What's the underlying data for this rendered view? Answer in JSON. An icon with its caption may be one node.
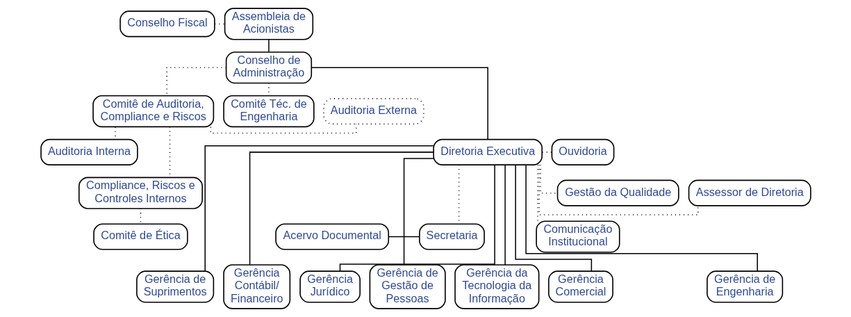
{
  "diagram": {
    "nodes": [
      {
        "text": [
          "Assembleia de Acionistas"
        ]
      },
      {
        "text": [
          "Conselho Fiscal"
        ]
      },
      {
        "text": [
          "Conselho de Administração"
        ]
      },
      {
        "text": [
          "Comitê Téc. de Engenharia"
        ]
      },
      {
        "text": [
          "Comitê de Auditoria, Compliance e Riscos"
        ]
      },
      {
        "text": [
          "Auditoria Externa"
        ]
      },
      {
        "text": [
          "Auditoria Interna"
        ]
      },
      {
        "text": [
          "Compliance, Riscos e Controles Internos"
        ]
      },
      {
        "text": [
          "Comitê de Ética"
        ]
      },
      {
        "text": [
          "Diretoria Executiva"
        ]
      },
      {
        "text": [
          "Ouvidoria"
        ]
      },
      {
        "text": [
          "Gestão da Qualidade"
        ]
      },
      {
        "text": [
          "Assessor de Diretoria"
        ]
      },
      {
        "text": [
          "Acervo Documental"
        ]
      },
      {
        "text": [
          "Secretaria"
        ]
      },
      {
        "text": [
          "Comunicação Institucional"
        ]
      },
      {
        "text": [
          "Gerência de Engenharia"
        ]
      },
      {
        "text": [
          "Gerência de Suprimentos"
        ]
      },
      {
        "text": [
          "Gerência Contábil/ Financeiro"
        ]
      },
      {
        "text": [
          "Gerência Jurídico"
        ]
      },
      {
        "text": [
          "Gerência de Gestão de Pessoas"
        ]
      },
      {
        "text": [
          "Gerência da Tecnologia da Informação"
        ]
      },
      {
        "text": [
          "Gerência Comercial"
        ]
      }
    ],
    "edges": [
      {
        "from": 0,
        "to": 2,
        "arrow": "none"
      },
      {
        "from": 1,
        "to": 0,
        "arrow": "none",
        "style": "dashed"
      },
      {
        "from": 2,
        "to": 9,
        "arrow": "none"
      },
      {
        "from": 2,
        "to": 3,
        "arrow": "none",
        "style": "dashed"
      },
      {
        "from": 2,
        "to": 4,
        "arrow": "none",
        "style": "dashed"
      },
      {
        "from": 4,
        "to": 5,
        "arrow": "none",
        "style": "dashed"
      },
      {
        "from": 4,
        "to": 6,
        "arrow": "none",
        "style": "dashed"
      },
      {
        "from": 4,
        "to": 7,
        "arrow": "none",
        "style": "dashed"
      },
      {
        "from": 7,
        "to": 8,
        "arrow": "none",
        "style": "dashed"
      },
      {
        "from": 9,
        "to": 10,
        "arrow": "none",
        "style": "dashed"
      },
      {
        "from": 9,
        "to": 11,
        "arrow": "none",
        "style": "dashed"
      },
      {
        "from": 9,
        "to": 14,
        "arrow": "none",
        "style": "dashed"
      },
      {
        "from": 9,
        "to": 12,
        "arrow": "none",
        "style": "dashed"
      },
      {
        "from": 9,
        "to": 15,
        "arrow": "none",
        "style": "dashed"
      },
      {
        "from": 13,
        "to": 14,
        "arrow": "none"
      },
      {
        "from": 9,
        "to": 16,
        "arrow": "none"
      },
      {
        "from": 9,
        "to": 17,
        "arrow": "none"
      },
      {
        "from": 9,
        "to": 18,
        "arrow": "none"
      },
      {
        "from": 9,
        "to": 19,
        "arrow": "none"
      },
      {
        "from": 9,
        "to": 20,
        "arrow": "none"
      },
      {
        "from": 9,
        "to": 21,
        "arrow": "none"
      },
      {
        "from": 9,
        "to": 22,
        "arrow": "none"
      }
    ]
  }
}
